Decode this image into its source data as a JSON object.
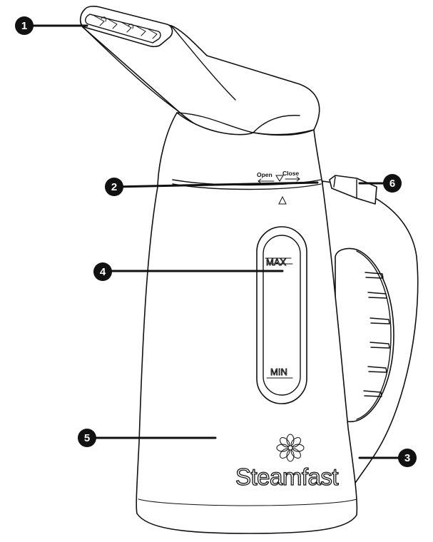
{
  "callouts": [
    {
      "id": "1",
      "label": "1"
    },
    {
      "id": "2",
      "label": "2"
    },
    {
      "id": "3",
      "label": "3"
    },
    {
      "id": "4",
      "label": "4"
    },
    {
      "id": "5",
      "label": "5"
    },
    {
      "id": "6",
      "label": "6"
    }
  ],
  "collar": {
    "open_label": "Open",
    "close_label": "Close"
  },
  "water_gauge": {
    "max_label": "MAX",
    "min_label": "MIN"
  },
  "brand": {
    "name": "Steamfast"
  }
}
